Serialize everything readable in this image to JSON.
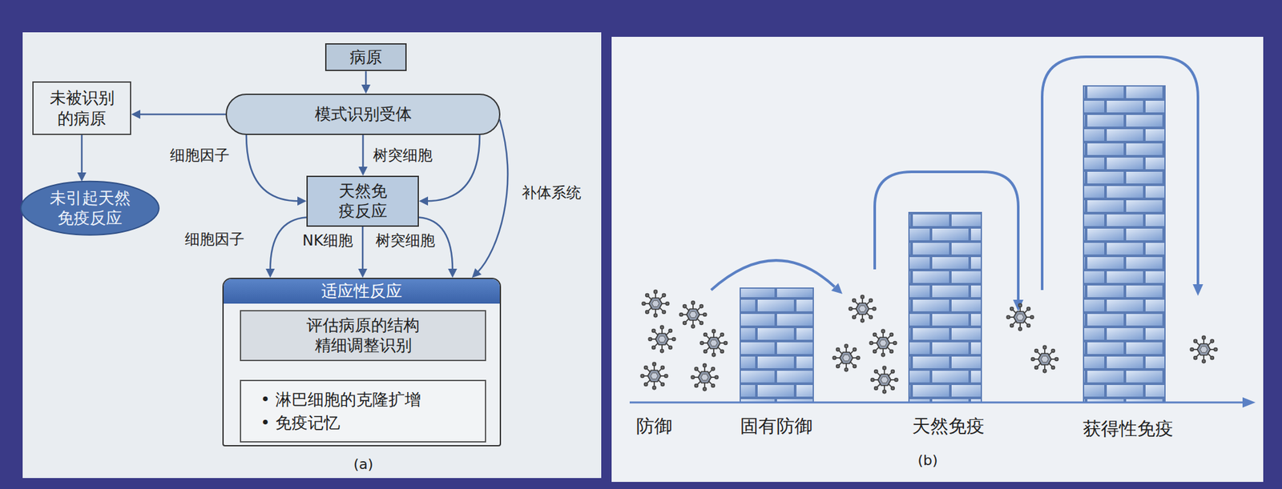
{
  "diagram": {
    "nodes": [
      {
        "text": [
          "病原"
        ]
      },
      {
        "text": [
          "模式识别受体"
        ]
      },
      {
        "text": [
          "未被识别 的病原"
        ]
      },
      {
        "text": [
          "未引起天然 免疫反应"
        ]
      },
      {
        "text": [
          "天然免 疫反应"
        ]
      },
      {
        "text": [
          "适应性反应"
        ]
      },
      {
        "text": [
          "评估病原的结构 精细调整识别"
        ],
        "in": 5
      },
      {
        "text": [
          "• 淋巴细胞的克隆扩增",
          "• 免疫记忆"
        ],
        "in": 5
      }
    ],
    "edges": [
      {
        "from": 0,
        "to": 1,
        "arrow": "to"
      },
      {
        "from": 1,
        "to": 2,
        "arrow": "to"
      },
      {
        "from": 2,
        "to": 3,
        "arrow": "to"
      },
      {
        "from": 1,
        "to": 4,
        "arrow": "to",
        "label": "细胞因子"
      },
      {
        "from": 1,
        "to": 4,
        "arrow": "to",
        "label": "树突细胞"
      },
      {
        "from": 1,
        "to": 4,
        "arrow": "to"
      },
      {
        "from": 1,
        "to": 5,
        "arrow": "to",
        "label": "补体系统"
      },
      {
        "from": 4,
        "to": 5,
        "arrow": "to",
        "label": "细胞因子"
      },
      {
        "from": 4,
        "to": 5,
        "arrow": "to",
        "label": "NK细胞"
      },
      {
        "from": 4,
        "to": 5,
        "arrow": "to",
        "label": "树突细胞"
      },
      {
        "from": 6,
        "to": 7,
        "arrow": "to"
      }
    ],
    "labels": [
      "(a)",
      "防御",
      "固有防御",
      "天然免疫",
      "获得性免疫",
      "(b)"
    ]
  }
}
